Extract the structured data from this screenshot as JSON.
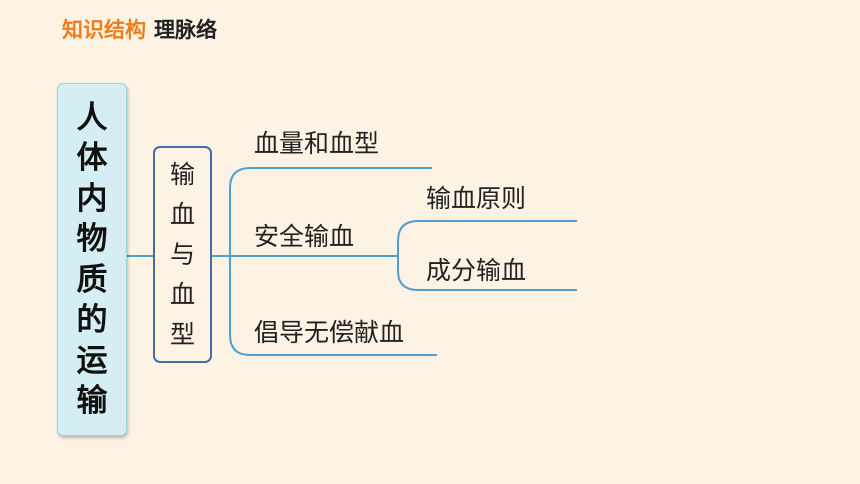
{
  "header": {
    "keyword": "知识结构",
    "subtitle": "理脉络"
  },
  "root": {
    "chars": [
      "人",
      "体",
      "内",
      "物",
      "质",
      "的",
      "运",
      "输"
    ]
  },
  "topic": {
    "chars": [
      "输",
      "血",
      "与",
      "血",
      "型"
    ]
  },
  "branches": {
    "b1": "血量和血型",
    "b2": "安全输血",
    "b2_sub1": "输血原则",
    "b2_sub2": "成分输血",
    "b3": "倡导无偿献血"
  },
  "colors": {
    "keyword": "#ef7d1a",
    "line": "#4f9fd0",
    "root_fill": "#d4eef3",
    "topic_border": "#4a6aa5",
    "background": "#fcf3e4"
  }
}
